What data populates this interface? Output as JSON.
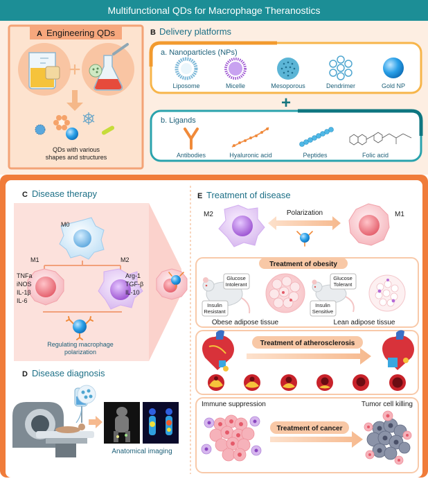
{
  "title": "Multifunctional  QDs for Macrophage Theranostics",
  "panel_a": {
    "letter": "A",
    "heading": "Engineering QDs",
    "caption_line1": "QDs with various",
    "caption_line2": "shapes and structures"
  },
  "panel_b": {
    "letter": "B",
    "heading": "Delivery platforms",
    "nanoparticles": {
      "heading": "a.  Nanoparticles  (NPs)",
      "items": [
        "Liposome",
        "Micelle",
        "Mesoporous",
        "Dendrimer",
        "Gold NP"
      ]
    },
    "ligands": {
      "heading": "b.  Ligands",
      "items": [
        "Antibodies",
        "Hyaluronic acid",
        "Peptides",
        "Folic acid"
      ]
    }
  },
  "panel_c": {
    "letter": "C",
    "heading": "Disease therapy",
    "m0": "M0",
    "m1": "M1",
    "m2": "M2",
    "m1_markers": [
      "TNFa",
      "iNOS",
      "IL-1β",
      "IL-6"
    ],
    "m2_markers": [
      "Arg-1",
      "TGF-β",
      "IL-10"
    ],
    "caption_line1": "Regulating macrophage",
    "caption_line2": "polarization"
  },
  "panel_d": {
    "letter": "D",
    "heading": "Disease diagnosis",
    "caption": "Anatomical imaging"
  },
  "panel_e": {
    "letter": "E",
    "heading": "Treatment of disease",
    "m2": "M2",
    "m1": "M1",
    "polarization": "Polarization",
    "obesity": {
      "heading": "Treatment of obesity",
      "glucose_intolerant": [
        "Glucose",
        "Intolerant"
      ],
      "insulin_resistant": [
        "Insulin",
        "Resistant"
      ],
      "glucose_tolerant": [
        "Glucose",
        "Tolerant"
      ],
      "insulin_sensitive": [
        "Insulin",
        "Sensitive"
      ],
      "obese_label": "Obese adipose tissue",
      "lean_label": "Lean adipose tissue"
    },
    "atherosclerosis": {
      "heading": "Treatment of atherosclerosis"
    },
    "cancer": {
      "heading": "Treatment of cancer",
      "left_label": "Immune suppression",
      "right_label": "Tumor cell killing"
    }
  },
  "colors": {
    "title_bar": "#1c8e96",
    "orange": "#f07f3c",
    "orange_light": "#fde7d6",
    "teal": "#1a8a93",
    "blue": "#2a9fe0",
    "m1_pink": "#f4a0a8",
    "m2_purple": "#c69be0"
  }
}
